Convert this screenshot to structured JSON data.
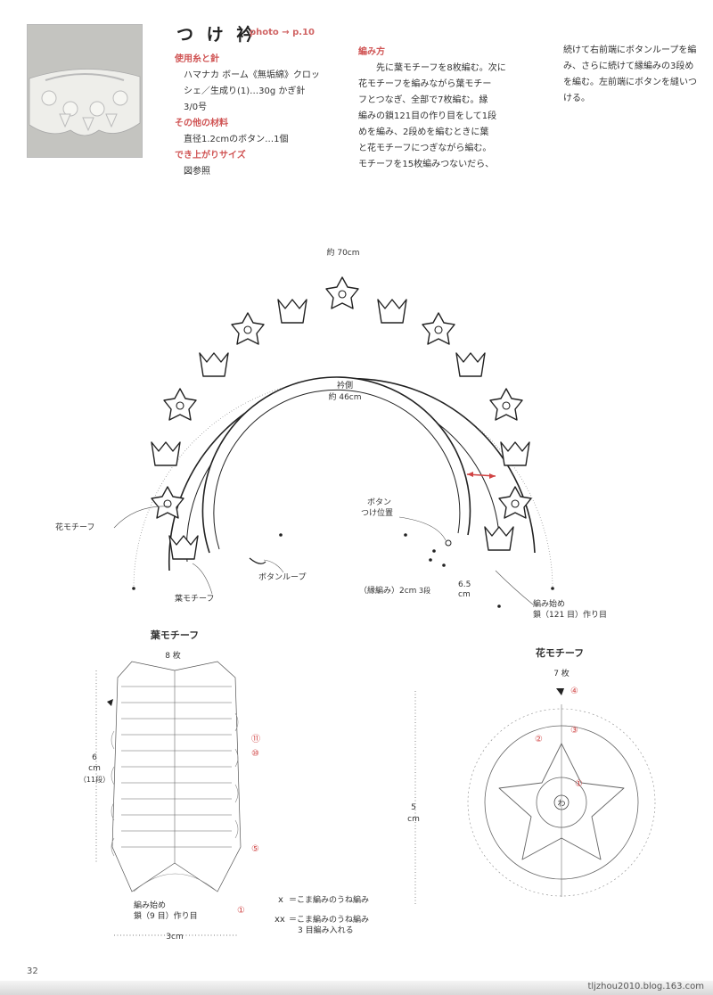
{
  "title": "つ け 衿",
  "photo_ref": "photo → p.10",
  "materials": {
    "yarn_heading": "使用糸と針",
    "yarn_lines": [
      "ハマナカ ボーム《無垢綿》クロッ",
      "シェ／生成り(1)…30g かぎ針",
      "3/0号"
    ],
    "other_heading": "その他の材料",
    "other_lines": [
      "直径1.2cmのボタン…1個"
    ],
    "size_heading": "でき上がりサイズ",
    "size_lines": [
      "図参照"
    ]
  },
  "method": {
    "heading": "編み方",
    "lines": [
      "先に葉モチーフを8枚編む。次に",
      "花モチーフを編みながら葉モチー",
      "フとつなぎ、全部で7枚編む。縁",
      "編みの鎖121目の作り目をして1段",
      "めを編み、2段めを編むときに葉",
      "と花モチーフにつぎながら編む。",
      "モチーフを15枚編みつないだら、"
    ],
    "lines_cont": [
      "続けて右前端にボタンループを編",
      "み、さらに続けて縁編みの3段め",
      "を編む。左前端にボタンを縫いつ",
      "ける。"
    ]
  },
  "diagram": {
    "outer_length": "約 70cm",
    "neck_label_1": "衿側",
    "neck_label_2": "約 46cm",
    "flower_motif": "花モチーフ",
    "leaf_motif": "葉モチーフ",
    "button_loop": "ボタンループ",
    "button_pos_1": "ボタン",
    "button_pos_2": "つけ位置",
    "edging": "（縁編み）2cm",
    "edging_rows": "3段",
    "depth_1": "6.5",
    "depth_2": "cm",
    "start_1": "編み始め",
    "start_2": "鎖（121 目）作り目"
  },
  "leaf_chart": {
    "title": "葉モチーフ",
    "count": "8 枚",
    "height_1": "6",
    "height_2": "cm",
    "height_3": "（11段）",
    "width": "3cm",
    "row_11": "⑪",
    "row_10": "⑩",
    "row_5": "⑤",
    "row_1": "①",
    "start_1": "編み始め",
    "start_2": "鎖（9 目）作り目"
  },
  "flower_chart": {
    "title": "花モチーフ",
    "count": "7 枚",
    "height_1": "5",
    "height_2": "cm",
    "round_1": "①",
    "round_2": "②",
    "round_3": "③",
    "round_4": "④",
    "center": "わ"
  },
  "legend": {
    "sym1": "ⅹ",
    "line1": "＝こま編みのうね編み",
    "sym2": "ⅹⅹ",
    "line2a": "＝こま編みのうね編み",
    "line2b": "3 目編み入れる"
  },
  "page_number": "32",
  "footer_url": "tljzhou2010.blog.163.com",
  "colors": {
    "accent": "#d05454",
    "arrow": "#d04444"
  }
}
